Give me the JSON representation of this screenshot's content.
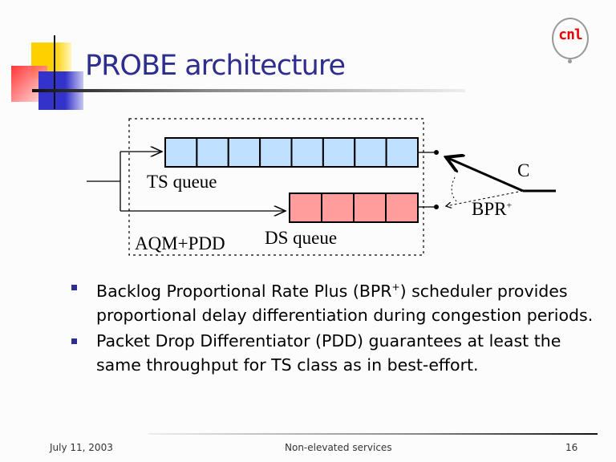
{
  "slide": {
    "title": "PROBE architecture",
    "logo_text": "cnl",
    "diagram": {
      "ts_queue_label": "TS queue",
      "ds_queue_label": "DS queue",
      "box_label": "AQM+PDD",
      "link_label": "C",
      "scheduler_label": "BPR",
      "scheduler_sup": "+",
      "ts_cells": 8,
      "ds_cells": 4,
      "colors": {
        "ts": "#c0e0ff",
        "ds": "#ff9c9c"
      }
    },
    "bullets": [
      {
        "pre": "Backlog Proportional Rate Plus (BPR",
        "sup": "+",
        "post": ") scheduler provides proportional delay differentiation during congestion periods."
      },
      {
        "pre": "Packet Drop Differentiator (PDD) guarantees at least the same throughput for TS class as in best-effort.",
        "sup": "",
        "post": ""
      }
    ],
    "footer": {
      "date": "July 11, 2003",
      "center": "Non-elevated services",
      "page": "16"
    }
  }
}
